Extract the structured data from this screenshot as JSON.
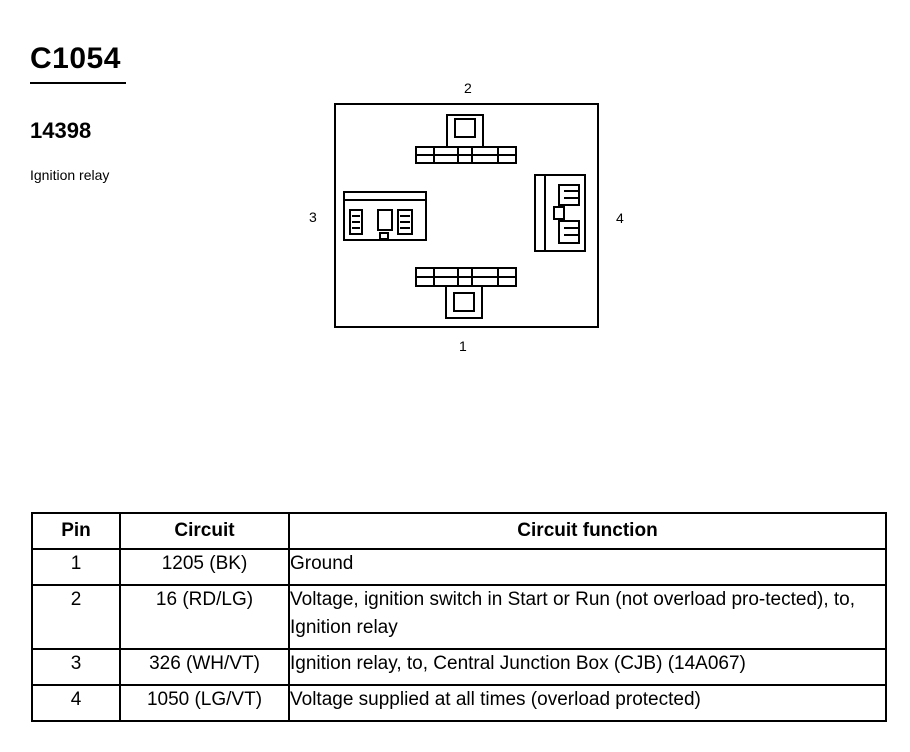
{
  "connector": {
    "id": "C1054",
    "part_number": "14398",
    "description": "Ignition relay",
    "pin_labels": {
      "top": "2",
      "bottom": "1",
      "left": "3",
      "right": "4"
    }
  },
  "table": {
    "headers": {
      "pin": "Pin",
      "circuit": "Circuit",
      "function": "Circuit function"
    },
    "rows": [
      {
        "pin": "1",
        "circuit": "1205 (BK)",
        "function": "Ground"
      },
      {
        "pin": "2",
        "circuit": "16 (RD/LG)",
        "function": "Voltage, ignition switch in Start or Run (not overload pro-tected), to, Ignition relay"
      },
      {
        "pin": "3",
        "circuit": "326 (WH/VT)",
        "function": "Ignition relay, to, Central Junction Box (CJB) (14A067)"
      },
      {
        "pin": "4",
        "circuit": "1050 (LG/VT)",
        "function": "Voltage supplied at all times (overload protected)"
      }
    ]
  }
}
